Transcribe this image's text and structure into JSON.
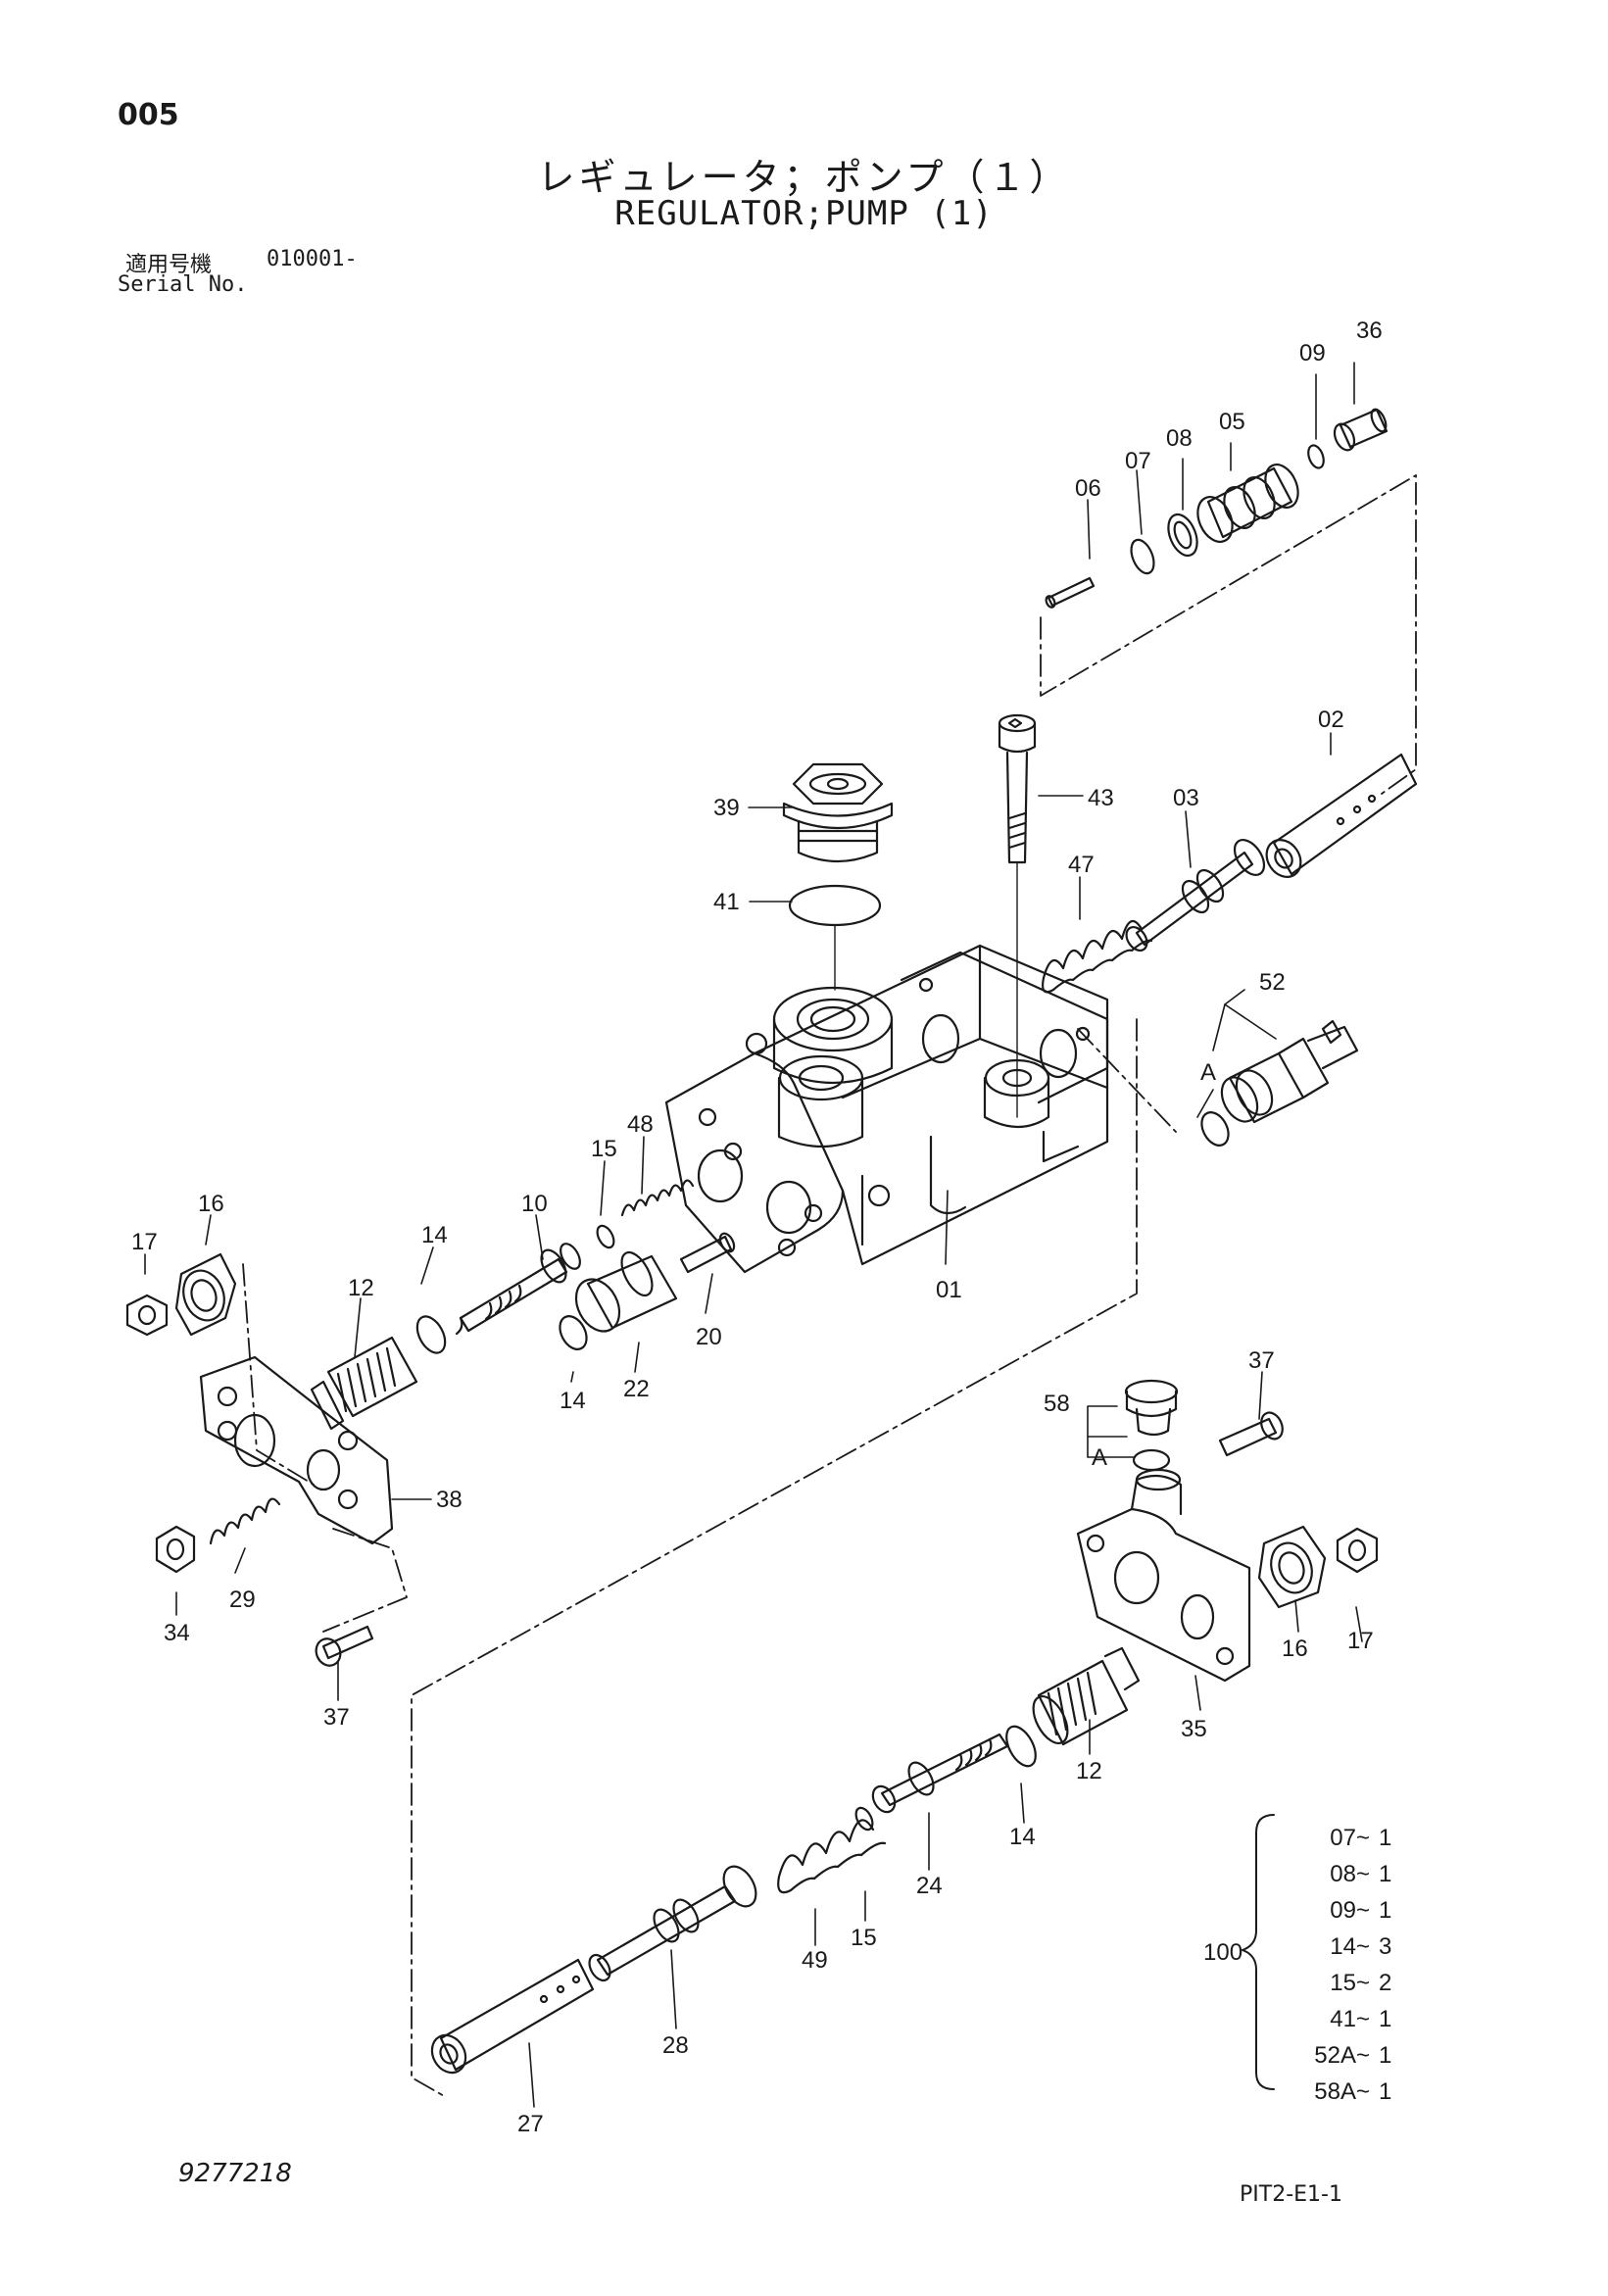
{
  "header": {
    "page_number": "005",
    "title_jp": "レギュレータ；ポンプ（１）",
    "title_en": "REGULATOR;PUMP (1)",
    "serial_label_jp": "適用号機",
    "serial_range": "010001-",
    "serial_label_en": "Serial No."
  },
  "parts": [
    {
      "id": "lbl-36",
      "text": "36"
    },
    {
      "id": "lbl-09",
      "text": "09"
    },
    {
      "id": "lbl-05",
      "text": "05"
    },
    {
      "id": "lbl-08",
      "text": "08"
    },
    {
      "id": "lbl-07",
      "text": "07"
    },
    {
      "id": "lbl-06",
      "text": "06"
    },
    {
      "id": "lbl-02",
      "text": "02"
    },
    {
      "id": "lbl-39",
      "text": "39"
    },
    {
      "id": "lbl-43",
      "text": "43"
    },
    {
      "id": "lbl-03",
      "text": "03"
    },
    {
      "id": "lbl-41",
      "text": "41"
    },
    {
      "id": "lbl-47",
      "text": "47"
    },
    {
      "id": "lbl-52",
      "text": "52"
    },
    {
      "id": "lbl-A1",
      "text": "A"
    },
    {
      "id": "lbl-48",
      "text": "48"
    },
    {
      "id": "lbl-15a",
      "text": "15"
    },
    {
      "id": "lbl-10",
      "text": "10"
    },
    {
      "id": "lbl-16a",
      "text": "16"
    },
    {
      "id": "lbl-17a",
      "text": "17"
    },
    {
      "id": "lbl-14a",
      "text": "14"
    },
    {
      "id": "lbl-12a",
      "text": "12"
    },
    {
      "id": "lbl-01",
      "text": "01"
    },
    {
      "id": "lbl-20",
      "text": "20"
    },
    {
      "id": "lbl-22",
      "text": "22"
    },
    {
      "id": "lbl-14b",
      "text": "14"
    },
    {
      "id": "lbl-38",
      "text": "38"
    },
    {
      "id": "lbl-29",
      "text": "29"
    },
    {
      "id": "lbl-34",
      "text": "34"
    },
    {
      "id": "lbl-37a",
      "text": "37"
    },
    {
      "id": "lbl-37b",
      "text": "37"
    },
    {
      "id": "lbl-58",
      "text": "58"
    },
    {
      "id": "lbl-A2",
      "text": "A"
    },
    {
      "id": "lbl-16b",
      "text": "16"
    },
    {
      "id": "lbl-17b",
      "text": "17"
    },
    {
      "id": "lbl-35",
      "text": "35"
    },
    {
      "id": "lbl-12b",
      "text": "12"
    },
    {
      "id": "lbl-14c",
      "text": "14"
    },
    {
      "id": "lbl-24",
      "text": "24"
    },
    {
      "id": "lbl-15b",
      "text": "15"
    },
    {
      "id": "lbl-49",
      "text": "49"
    },
    {
      "id": "lbl-28",
      "text": "28"
    },
    {
      "id": "lbl-27",
      "text": "27"
    }
  ],
  "kit": {
    "label": "100",
    "items": [
      {
        "part": "07~",
        "qty": "1"
      },
      {
        "part": "08~",
        "qty": "1"
      },
      {
        "part": "09~",
        "qty": "1"
      },
      {
        "part": "14~",
        "qty": "3"
      },
      {
        "part": "15~",
        "qty": "2"
      },
      {
        "part": "41~",
        "qty": "1"
      },
      {
        "part": "52A~",
        "qty": "1"
      },
      {
        "part": "58A~",
        "qty": "1"
      }
    ]
  },
  "footer": {
    "drawing_number": "9277218",
    "sheet_code": "PIT2-E1-1"
  }
}
